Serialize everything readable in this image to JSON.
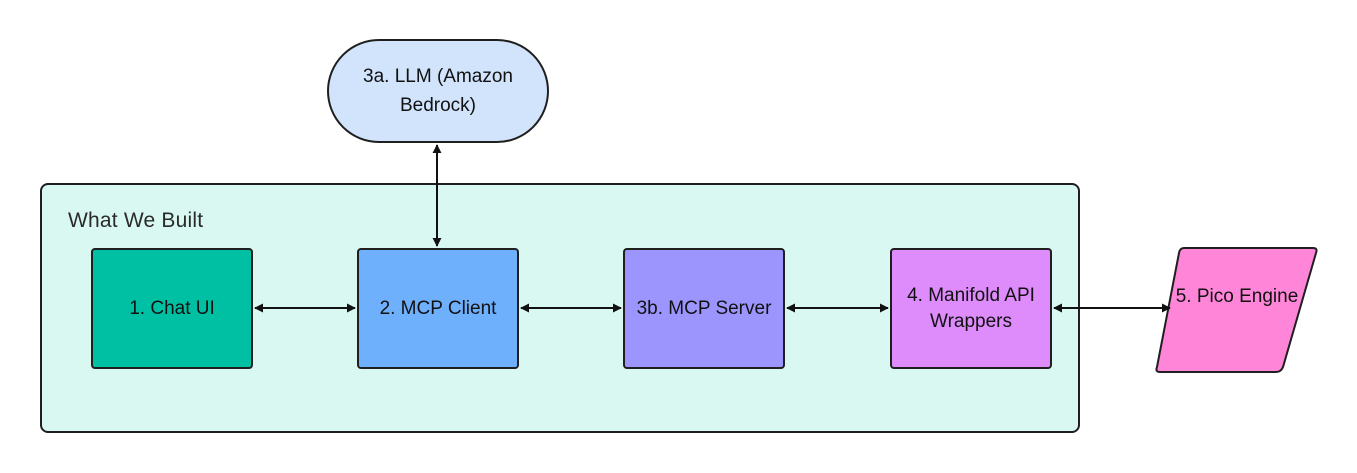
{
  "diagram": {
    "container": {
      "title": "What We Built",
      "fill_color": "#d8f8f1"
    },
    "nodes": {
      "llm": {
        "label": "3a. LLM (Amazon Bedrock)",
        "fill_color": "#d2e4fc",
        "shape": "stadium"
      },
      "chat_ui": {
        "label": "1. Chat UI",
        "fill_color": "#00c0a3",
        "shape": "rectangle"
      },
      "mcp_client": {
        "label": "2. MCP Client",
        "fill_color": "#6fb0fd",
        "shape": "rectangle"
      },
      "mcp_server": {
        "label": "3b. MCP Server",
        "fill_color": "#9b95fd",
        "shape": "rectangle"
      },
      "manifold": {
        "label": "4. Manifold API Wrappers",
        "fill_color": "#de8bfb",
        "shape": "rectangle"
      },
      "pico": {
        "label": "5. Pico Engine",
        "fill_color": "#ff85d8",
        "shape": "parallelogram"
      }
    },
    "edges": [
      {
        "from": "llm",
        "to": "mcp_client",
        "direction": "both"
      },
      {
        "from": "chat_ui",
        "to": "mcp_client",
        "direction": "both"
      },
      {
        "from": "mcp_client",
        "to": "mcp_server",
        "direction": "both"
      },
      {
        "from": "mcp_server",
        "to": "manifold",
        "direction": "both"
      },
      {
        "from": "manifold",
        "to": "pico",
        "direction": "both"
      }
    ]
  }
}
